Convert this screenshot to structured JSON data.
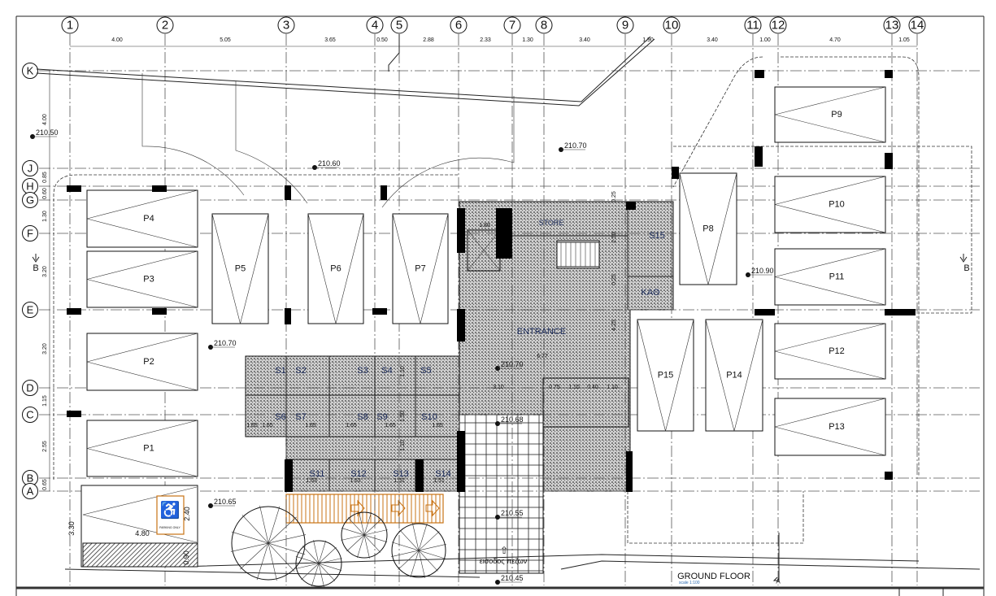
{
  "drawing": {
    "title": "GROUND FLOOR",
    "scale": "scale 1:100",
    "title_block_text": "ΑΡΧΙΤΕΚΤΟΝΙΚΑ",
    "pedestrian_entrance": "εισοδος πεζων",
    "accent_color": "#c87314",
    "hatch_color": "#8a8a8a"
  },
  "grid": {
    "columns": [
      "1",
      "2",
      "3",
      "4",
      "5",
      "6",
      "7",
      "8",
      "9",
      "10",
      "11",
      "12",
      "13",
      "14"
    ],
    "rows": [
      "K",
      "J",
      "H",
      "G",
      "F",
      "E",
      "D",
      "C",
      "B",
      "A"
    ]
  },
  "dimensions": {
    "top": [
      "4.00",
      "5.05",
      "3.65",
      "0.50",
      "2.88",
      "2.33",
      "1.30",
      "3.40",
      "1.90",
      "3.40",
      "1.00",
      "4.70",
      "1.05"
    ],
    "left": [
      "4.00",
      "0.85",
      "0.60",
      "1.30",
      "3.20",
      "3.20",
      "1.15",
      "2.55",
      "0.65"
    ],
    "interior": [
      "1.80",
      "6.77",
      "3.10",
      "0.75",
      "1.10",
      "0.40",
      "1.10",
      "0.25",
      "2.50",
      "0.25",
      "4.25",
      "1.10",
      "1.50",
      "1.10",
      "1.65",
      "1.65",
      "1.65",
      "1.65",
      "1.65",
      "1.65",
      "1.63",
      "1.63",
      "1.51",
      "1.51"
    ],
    "accessible_spot": [
      "3.30",
      "2.40",
      "4.80",
      "0.90"
    ]
  },
  "levels": [
    "210.50",
    "210.60",
    "210.70",
    "210.70",
    "210.90",
    "210.70",
    "210.68",
    "210.65",
    "210.55",
    "210.45"
  ],
  "parking": [
    "P1",
    "P2",
    "P3",
    "P4",
    "P5",
    "P6",
    "P7",
    "P8",
    "P9",
    "P10",
    "P11",
    "P12",
    "P13",
    "P14",
    "P15"
  ],
  "storage": [
    "S1",
    "S2",
    "S3",
    "S4",
    "S5",
    "S6",
    "S7",
    "S8",
    "S9",
    "S10",
    "S11",
    "S12",
    "S13",
    "S14",
    "S15"
  ],
  "rooms": {
    "store": "STORE",
    "entrance": "ENTRANCE",
    "kath": "ΚΑΘ"
  },
  "accessible_sign": "PARKING ONLY",
  "sections": {
    "b_left": "B",
    "b_right": "B",
    "a": "A"
  }
}
